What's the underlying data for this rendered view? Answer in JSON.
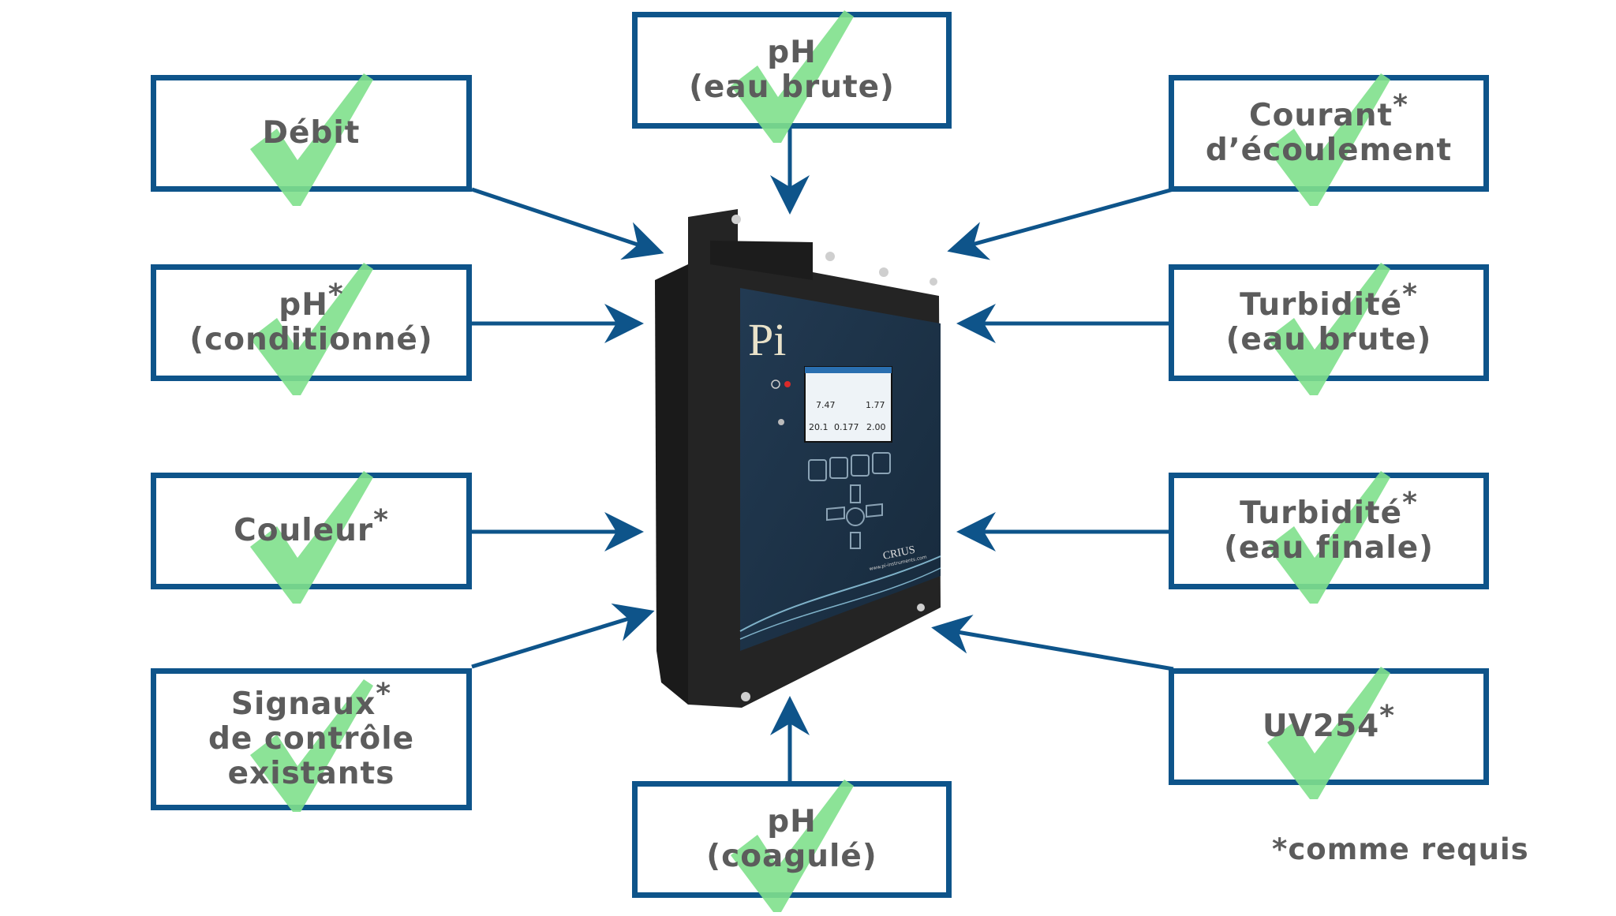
{
  "boxes": {
    "debit": {
      "lines": [
        "Débit"
      ],
      "asterisk": false
    },
    "ph_brute": {
      "lines": [
        "pH",
        "(eau brute)"
      ],
      "asterisk": false
    },
    "courant": {
      "lines": [
        "Courant",
        "d’écoulement"
      ],
      "asterisk": true
    },
    "ph_cond": {
      "lines": [
        "pH",
        "(conditionné)"
      ],
      "asterisk": true
    },
    "turb_brute": {
      "lines": [
        "Turbidité",
        "(eau brute)"
      ],
      "asterisk": true
    },
    "couleur": {
      "lines": [
        "Couleur"
      ],
      "asterisk": true
    },
    "turb_finale": {
      "lines": [
        "Turbidité",
        "(eau finale)"
      ],
      "asterisk": true
    },
    "signaux": {
      "lines": [
        "Signaux",
        "de contrôle",
        "existants"
      ],
      "asterisk": true
    },
    "uv": {
      "lines": [
        "UV254"
      ],
      "asterisk": true
    },
    "ph_coag": {
      "lines": [
        "pH",
        "(coagulé)"
      ],
      "asterisk": false
    }
  },
  "asterisk_symbol": "*",
  "footnote": "*comme requis",
  "device": {
    "logo": "Pi",
    "brand": "CRIUS",
    "url": "www.pi-instruments.com",
    "readings": [
      "7.47",
      "1.77",
      "20.1",
      "0.177",
      "2.00"
    ]
  },
  "colors": {
    "box_border": "#0e548a",
    "arrow": "#0e548a",
    "check": "#7fe08c",
    "text": "#5c5c5c"
  }
}
